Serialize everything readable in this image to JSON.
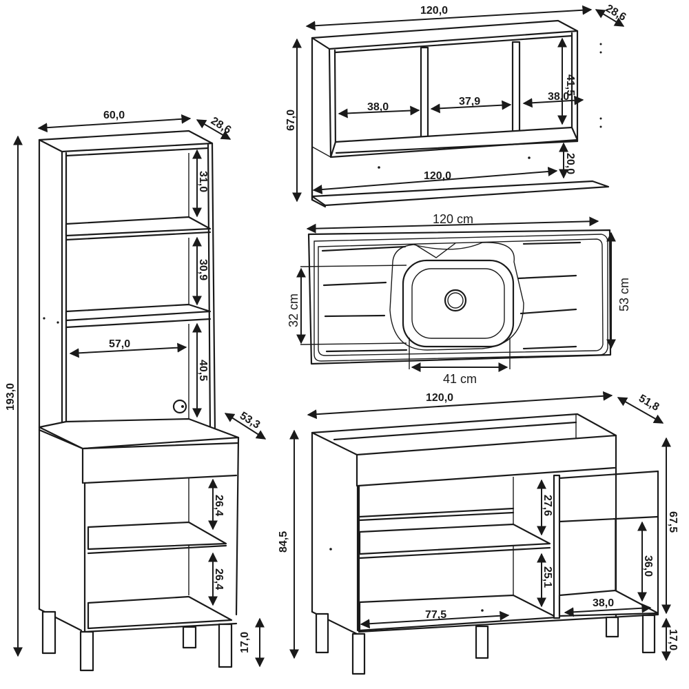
{
  "diagram": {
    "type": "furniture-dimension-drawing",
    "units": "cm",
    "stroke_color": "#1a1a1a",
    "background": "#ffffff"
  },
  "tall_cabinet": {
    "width": "60,0",
    "top_depth": "28,6",
    "total_height": "193,0",
    "shelf_1_height": "31,0",
    "shelf_2_height": "30,9",
    "niche_width": "57,0",
    "niche_height": "40,5",
    "base_depth": "53,3",
    "lower_shelf_1_height": "26,4",
    "lower_shelf_2_height": "26,4",
    "leg_height": "17,0"
  },
  "wall_cabinet": {
    "width": "120,0",
    "depth": "28,6",
    "height": "67,0",
    "compartment_left_width": "38,0",
    "compartment_middle_width": "37,9",
    "compartment_right_width": "38,0",
    "compartment_height": "41,5",
    "lower_shelf_width": "120,0",
    "lower_shelf_gap": "20,0"
  },
  "sink": {
    "width": "120 cm",
    "depth": "53 cm",
    "bowl_depth": "32 cm",
    "bowl_width": "41 cm"
  },
  "base_cabinet": {
    "width": "120,0",
    "depth": "51,8",
    "total_height": "84,5",
    "body_height": "67,5",
    "upper_left_height": "27,6",
    "lower_left_height": "25,1",
    "left_bottom_width": "77,5",
    "right_height": "36,0",
    "right_bottom_width": "38,0",
    "leg_height": "17,0"
  }
}
